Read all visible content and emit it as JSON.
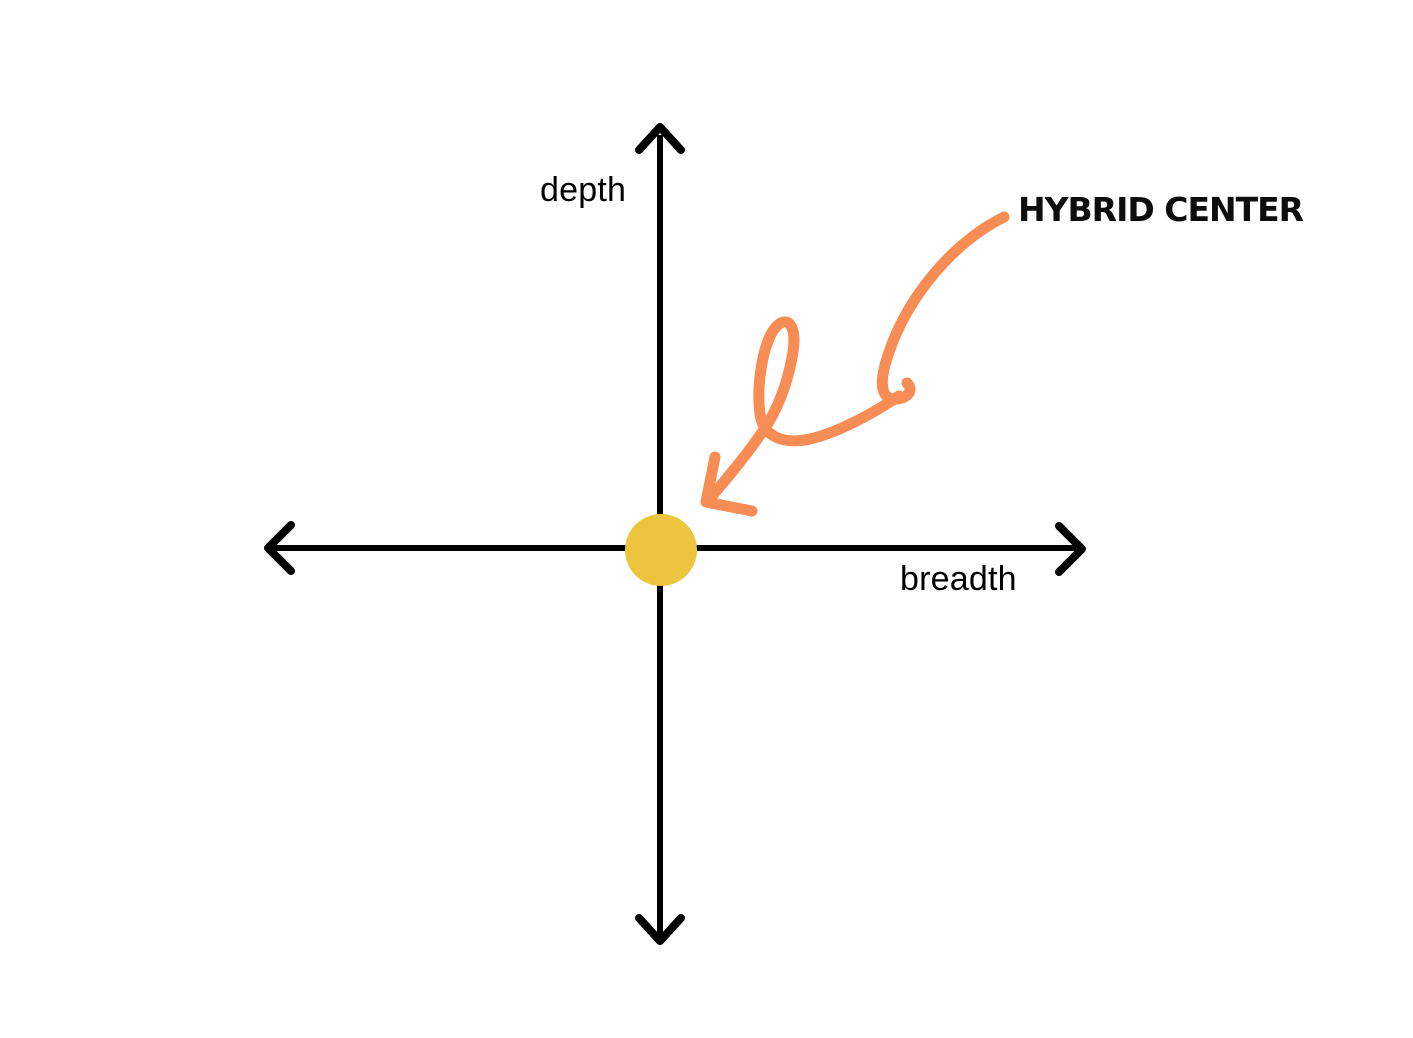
{
  "colors": {
    "background": "#ffffff",
    "axis": "#000000",
    "center_dot": "#EDC43D",
    "annotation_arrow": "#F88C55",
    "annotation_text": "#0d0d0d"
  },
  "diagram": {
    "vertical_axis_label": "depth",
    "horizontal_axis_label": "breadth",
    "annotation_label": "HYBRID CENTER"
  }
}
